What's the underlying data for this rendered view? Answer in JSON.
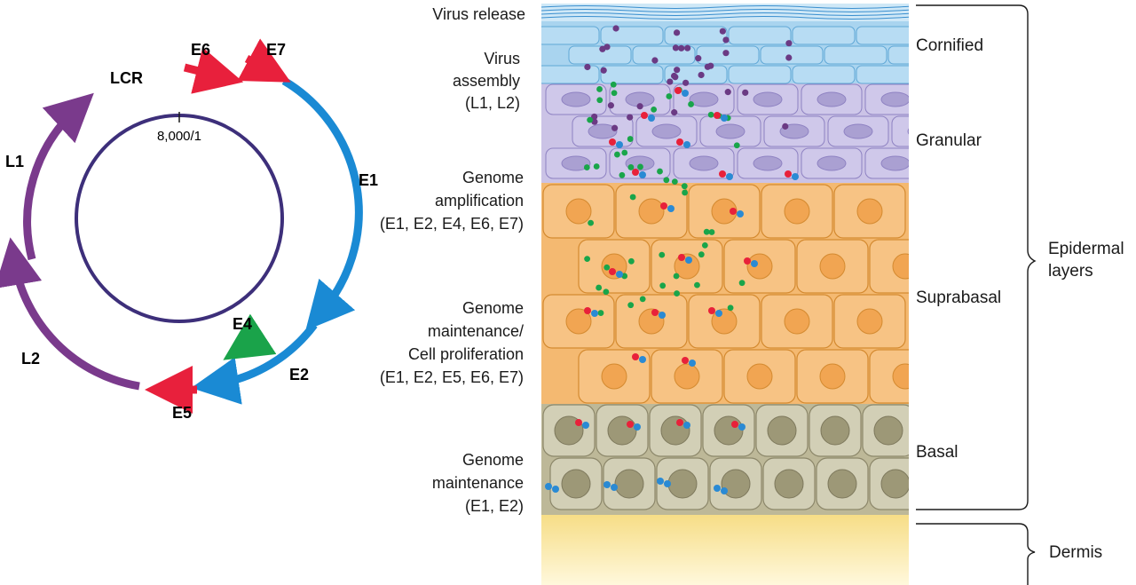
{
  "genome_map": {
    "origin_label": "8,000/1",
    "genes": {
      "LCR": "LCR",
      "E6": "E6",
      "E7": "E7",
      "E1": "E1",
      "E4": "E4",
      "E2": "E2",
      "E5": "E5",
      "L2": "L2",
      "L1": "L1"
    },
    "colors": {
      "ring": "#3d2f7a",
      "early_red": "#e8203c",
      "early_blue": "#1a8ad4",
      "early_green": "#1aa34a",
      "late_purple": "#7a3a8c"
    }
  },
  "stages": {
    "virus_release": "Virus release",
    "virus_assembly": [
      "Virus",
      "assembly",
      "(L1, L2)"
    ],
    "genome_amplification": [
      "Genome",
      "amplification",
      "(E1, E2, E4, E6, E7)"
    ],
    "genome_maintenance_prolif": [
      "Genome",
      "maintenance/",
      "Cell proliferation",
      "(E1, E2, E5, E6, E7)"
    ],
    "genome_maintenance": [
      "Genome",
      "maintenance",
      "(E1, E2)"
    ]
  },
  "layers": {
    "cornified": "Cornified",
    "granular": "Granular",
    "suprabasal": "Suprabasal",
    "basal": "Basal",
    "epidermal": [
      "Epidermal",
      "layers"
    ],
    "dermis": "Dermis"
  },
  "tissue_colors": {
    "cornified": "#a9d4ef",
    "granular": "#cbc3e6",
    "suprabasal": "#f4b971",
    "basal": "#bdb898",
    "dermis": "#fbe8a4",
    "virion": "#6b3a84",
    "e4_protein": "#19a54a",
    "genome_red": "#e8213a",
    "genome_blue": "#2a8ad4"
  }
}
